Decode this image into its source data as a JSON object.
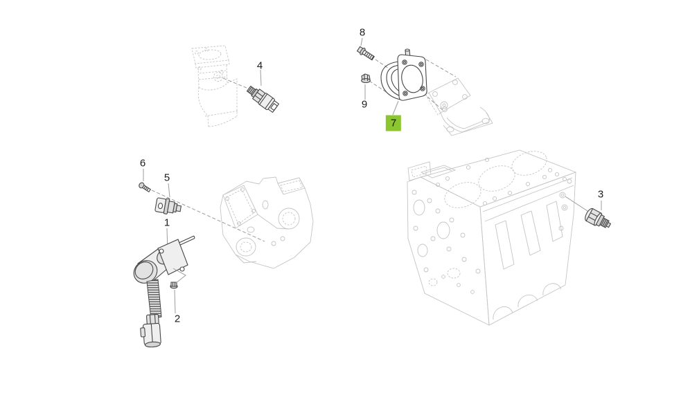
{
  "diagram": {
    "description_visible_text_only": true,
    "callouts": [
      {
        "id": "1",
        "label": "1",
        "part": "fuel-shutoff-solenoid",
        "highlighted": false
      },
      {
        "id": "2",
        "label": "2",
        "part": "nut",
        "highlighted": false
      },
      {
        "id": "3",
        "label": "3",
        "part": "oil-pressure-switch",
        "highlighted": false
      },
      {
        "id": "4",
        "label": "4",
        "part": "temperature-sensor",
        "highlighted": false
      },
      {
        "id": "5",
        "label": "5",
        "part": "speed-sensor",
        "highlighted": false
      },
      {
        "id": "6",
        "label": "6",
        "part": "bolt",
        "highlighted": false
      },
      {
        "id": "7",
        "label": "7",
        "part": "intake-throttle-flange",
        "highlighted": true
      },
      {
        "id": "8",
        "label": "8",
        "part": "flange-bolt",
        "highlighted": false
      },
      {
        "id": "9",
        "label": "9",
        "part": "flange-nut",
        "highlighted": false
      }
    ]
  },
  "colors": {
    "highlight": "#8bc62f",
    "background": "#ffffff",
    "part_line": "#454545",
    "ghost_line": "#c4c4c4",
    "leader_line": "#9b9b9b"
  }
}
